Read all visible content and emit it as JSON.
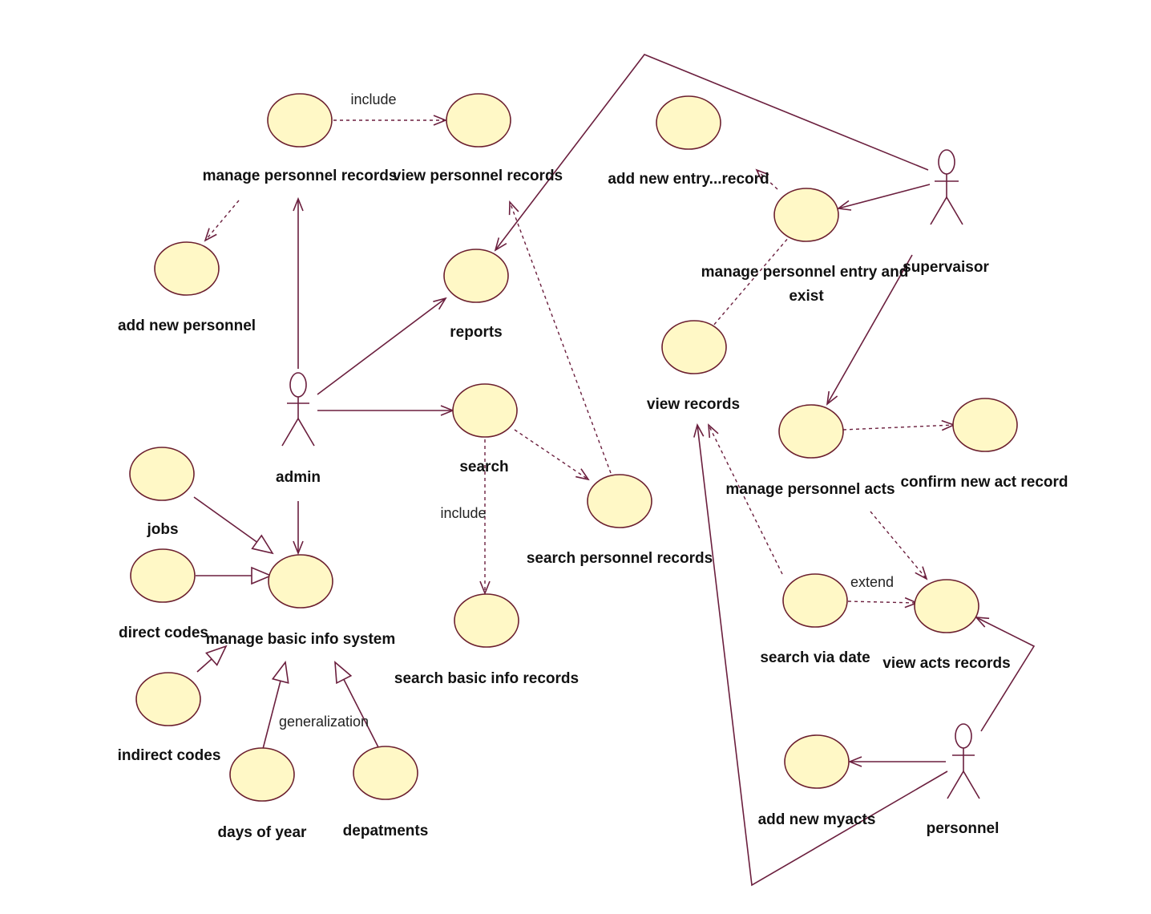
{
  "use_cases": {
    "manage_personnel_records": "manage personnel records",
    "view_personnel_records": "view personnel records",
    "add_new_personnel": "add new personnel",
    "reports": "reports",
    "search": "search",
    "search_personnel_records": "search personnel records",
    "search_basic_info_records": "search basic info records",
    "manage_basic_info_system": "manage basic info system",
    "jobs": "jobs",
    "direct_codes": "direct codes",
    "indirect_codes": "indirect codes",
    "days_of_year": "days of year",
    "depatments": "depatments",
    "add_new_entry_record": "add new entry...record",
    "manage_personnel_entry_line1": "manage personnel entry and",
    "manage_personnel_entry_line2": "exist",
    "view_records": "view records",
    "manage_personnel_acts": "manage personnel acts",
    "confirm_new_act_record": "confirm new act record",
    "search_via_date": "search via date",
    "view_acts_records": "view acts records",
    "add_new_myacts": "add new myacts"
  },
  "actors": {
    "admin": "admin",
    "supervaisor": "supervaisor",
    "personnel": "personnel"
  },
  "relationship_labels": {
    "include_top": "include",
    "include_search": "include",
    "generalization": "generalization",
    "extend": "extend"
  },
  "colors": {
    "use_case_fill": "#fff8c6",
    "outline": "#6b1f3e",
    "text": "#111111"
  }
}
